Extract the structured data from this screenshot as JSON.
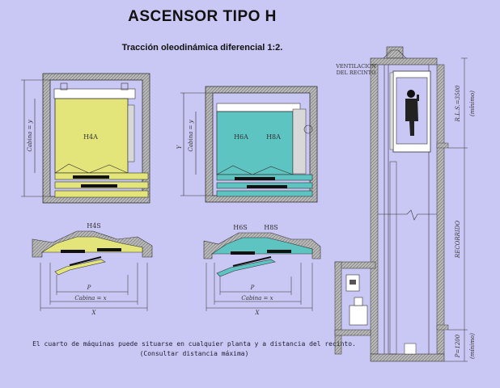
{
  "header": {
    "title": "ASCENSOR TIPO H",
    "subtitle": "Tracción oleodinámica diferencial 1:2."
  },
  "plans": {
    "left": {
      "car_label": "H4A",
      "section_label": "H4S",
      "dim_y": "Cabina = y"
    },
    "right": {
      "car_label_1": "H6A",
      "car_label_2": "H8A",
      "section_label_1": "H6S",
      "section_label_2": "H8S",
      "dim_y": "Cabina = y",
      "dim_Y": "Y"
    }
  },
  "dimensions": {
    "p": "P",
    "cabina_x": "Cabina = x",
    "x": "X"
  },
  "elevation": {
    "ventilation": [
      "VENTILACION",
      "DEL RECINTO"
    ],
    "rls": "R.L.S.=3500",
    "rls_min": "(mínimo)",
    "recorrido": "RECORRIDO",
    "pit": "P=1200",
    "pit_min": "(mínimo)"
  },
  "footer": {
    "line1": "El cuarto de máquinas puede situarse en cualquier planta y a distancia del recinto.",
    "line2": "(Consultar distancia máxima)"
  },
  "colors": {
    "background": "#c9c7f3",
    "car_yellow": "#e3e57a",
    "car_cyan": "#5dc4c2",
    "wall": "#9a9a9a"
  }
}
